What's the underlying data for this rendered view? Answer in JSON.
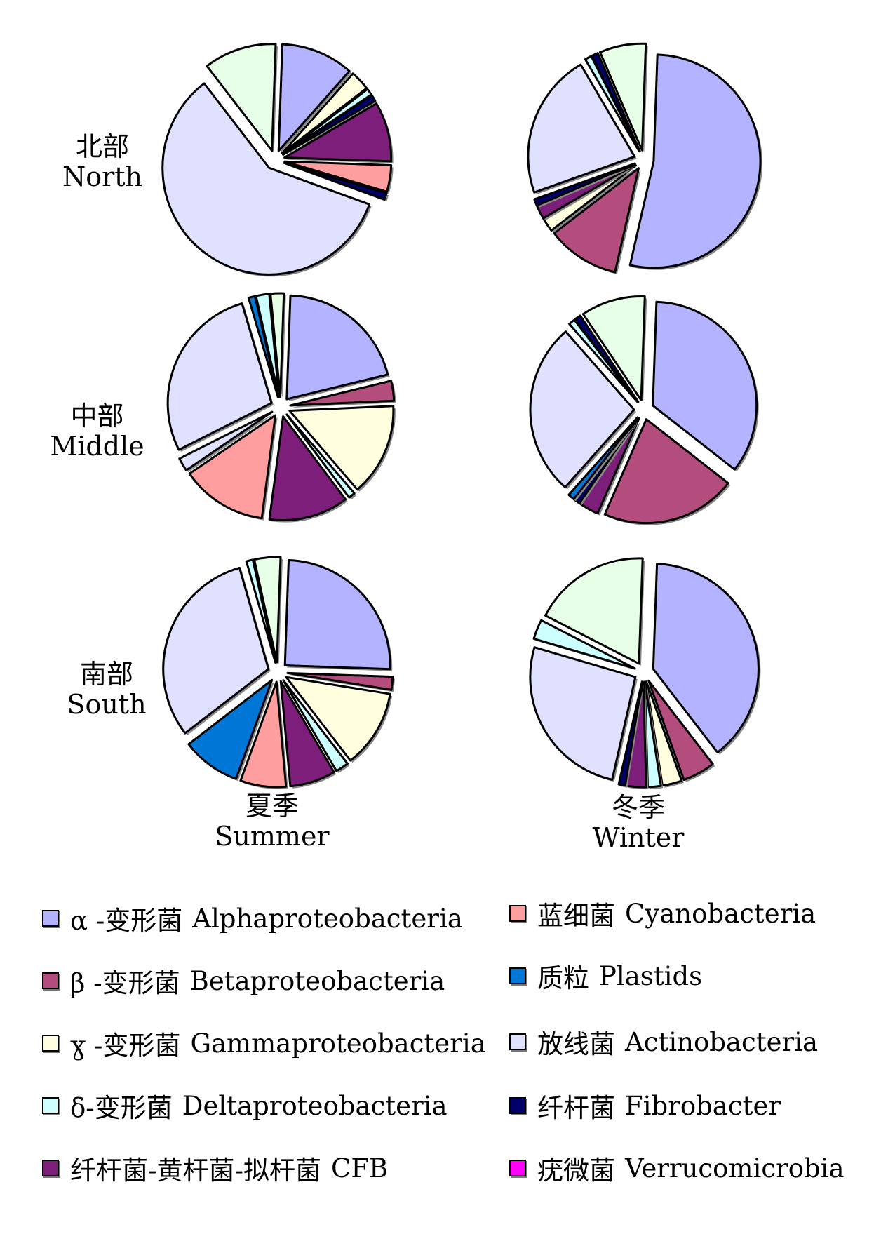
{
  "row_labels": [
    {
      "zh": "北部",
      "en": "North"
    },
    {
      "zh": "中部",
      "en": "Middle"
    },
    {
      "zh": "南部",
      "en": "South"
    }
  ],
  "col_labels": [
    {
      "zh": "夏季",
      "en": "Summer"
    },
    {
      "zh": "冬季",
      "en": "Winter"
    }
  ],
  "legend": [
    {
      "key": "alpha",
      "zh": "α -变形菌",
      "en": "Alphaproteobacteria",
      "color": "#b3b3ff"
    },
    {
      "key": "beta",
      "zh": "β -变形菌",
      "en": "Betaproteobacteria",
      "color": "#b34d7e"
    },
    {
      "key": "gamma",
      "zh": "ɣ -变形菌",
      "en": "Gammaproteobacteria",
      "color": "#ffffe0"
    },
    {
      "key": "delta",
      "zh": "δ-变形菌",
      "en": "Deltaproteobacteria",
      "color": "#ccffff"
    },
    {
      "key": "cfb",
      "zh": "纤杆菌-黄杆菌-拟杆菌",
      "en": "CFB",
      "color": "#7d1f7a"
    },
    {
      "key": "cyano",
      "zh": "蓝细菌",
      "en": "Cyanobacteria",
      "color": "#ff9e9e"
    },
    {
      "key": "plastid",
      "zh": "质粒",
      "en": "Plastids",
      "color": "#0077d6"
    },
    {
      "key": "actino",
      "zh": "放线菌",
      "en": "Actinobacteria",
      "color": "#e0e0ff"
    },
    {
      "key": "fibro",
      "zh": "纤杆菌",
      "en": "Fibrobacter",
      "color": "#00006b"
    },
    {
      "key": "verru",
      "zh": "疣微菌",
      "en": "Verrucomicrobia",
      "color": "#ff00ff"
    },
    {
      "key": "other",
      "zh": "",
      "en": "",
      "color": "#e6ffe6"
    }
  ],
  "chart_data": [
    {
      "type": "pie",
      "season": "Summer",
      "region": "North",
      "slices": [
        {
          "key": "alpha",
          "value": 11
        },
        {
          "key": "gamma",
          "value": 3
        },
        {
          "key": "delta",
          "value": 1
        },
        {
          "key": "fibro",
          "value": 1
        },
        {
          "key": "cfb",
          "value": 9
        },
        {
          "key": "cyano",
          "value": 4
        },
        {
          "key": "fibro",
          "value": 1
        },
        {
          "key": "actino",
          "value": 59
        },
        {
          "key": "other",
          "value": 11
        }
      ]
    },
    {
      "type": "pie",
      "season": "Winter",
      "region": "North",
      "slices": [
        {
          "key": "alpha",
          "value": 53
        },
        {
          "key": "beta",
          "value": 11
        },
        {
          "key": "gamma",
          "value": 2
        },
        {
          "key": "cfb",
          "value": 2
        },
        {
          "key": "fibro",
          "value": 1
        },
        {
          "key": "actino",
          "value": 22
        },
        {
          "key": "delta",
          "value": 1
        },
        {
          "key": "fibro",
          "value": 1
        },
        {
          "key": "other",
          "value": 7
        }
      ]
    },
    {
      "type": "pie",
      "season": "Summer",
      "region": "Middle",
      "slices": [
        {
          "key": "alpha",
          "value": 20
        },
        {
          "key": "beta",
          "value": 3
        },
        {
          "key": "gamma",
          "value": 14
        },
        {
          "key": "delta",
          "value": 1
        },
        {
          "key": "cfb",
          "value": 12
        },
        {
          "key": "cyano",
          "value": 13
        },
        {
          "key": "actino",
          "value": 2
        },
        {
          "key": "actino",
          "value": 27
        },
        {
          "key": "plastid",
          "value": 1
        },
        {
          "key": "delta",
          "value": 2
        },
        {
          "key": "other",
          "value": 2
        }
      ]
    },
    {
      "type": "pie",
      "season": "Winter",
      "region": "Middle",
      "slices": [
        {
          "key": "alpha",
          "value": 35
        },
        {
          "key": "beta",
          "value": 21
        },
        {
          "key": "cfb",
          "value": 3
        },
        {
          "key": "fibro",
          "value": 1
        },
        {
          "key": "plastid",
          "value": 1
        },
        {
          "key": "actino",
          "value": 27
        },
        {
          "key": "delta",
          "value": 1
        },
        {
          "key": "fibro",
          "value": 1
        },
        {
          "key": "other",
          "value": 10
        }
      ]
    },
    {
      "type": "pie",
      "season": "Summer",
      "region": "South",
      "slices": [
        {
          "key": "alpha",
          "value": 25
        },
        {
          "key": "beta",
          "value": 2
        },
        {
          "key": "gamma",
          "value": 12
        },
        {
          "key": "delta",
          "value": 2
        },
        {
          "key": "cfb",
          "value": 7
        },
        {
          "key": "cyano",
          "value": 7
        },
        {
          "key": "plastid",
          "value": 9
        },
        {
          "key": "actino",
          "value": 31
        },
        {
          "key": "delta",
          "value": 1
        },
        {
          "key": "other",
          "value": 4
        }
      ]
    },
    {
      "type": "pie",
      "season": "Winter",
      "region": "South",
      "slices": [
        {
          "key": "alpha",
          "value": 39
        },
        {
          "key": "beta",
          "value": 5
        },
        {
          "key": "gamma",
          "value": 3
        },
        {
          "key": "delta",
          "value": 2
        },
        {
          "key": "cfb",
          "value": 3
        },
        {
          "key": "fibro",
          "value": 1
        },
        {
          "key": "actino",
          "value": 26
        },
        {
          "key": "delta",
          "value": 3
        },
        {
          "key": "other",
          "value": 18
        }
      ]
    }
  ]
}
